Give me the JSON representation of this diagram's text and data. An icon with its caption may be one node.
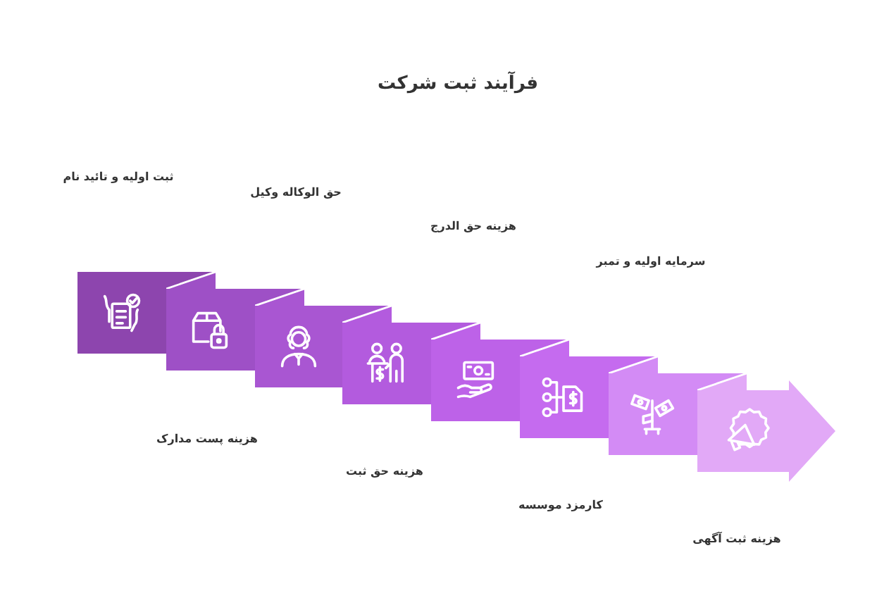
{
  "diagram": {
    "title": "فرآیند ثبت شرکت",
    "nodes": [
      {
        "text": [],
        "shape": "box"
      },
      {
        "text": [],
        "shape": "box"
      },
      {
        "text": [],
        "shape": "box"
      },
      {
        "text": [],
        "shape": "box"
      },
      {
        "text": [],
        "shape": "box"
      },
      {
        "text": [],
        "shape": "box"
      },
      {
        "text": [],
        "shape": "box"
      },
      {
        "text": [],
        "shape": "arrow"
      }
    ],
    "labels": [
      "ثبت اولیه و تائید نام",
      "هزینه پست مدارک",
      "حق الوکاله وکیل",
      "هزینه حق ثبت",
      "هزینه حق الدرج",
      "کارمزد موسسه",
      "سرمایه اولیه و تمبر",
      "هزینه ثبت آگهی"
    ]
  }
}
